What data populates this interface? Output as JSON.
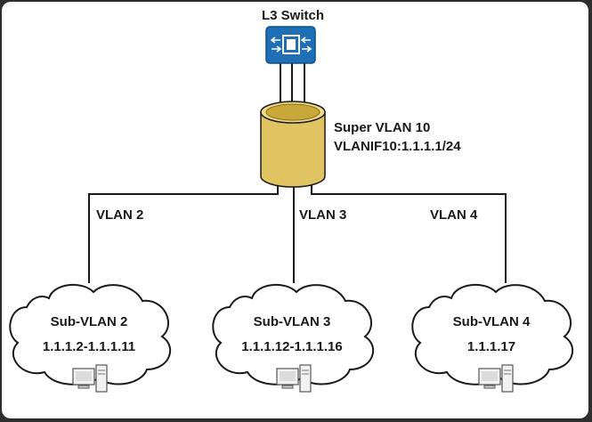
{
  "switch": {
    "label": "L3 Switch"
  },
  "super_vlan": {
    "name": "Super VLAN 10",
    "interface": "VLANIF10:1.1.1.1/24"
  },
  "links": [
    {
      "label": "VLAN 2"
    },
    {
      "label": "VLAN 3"
    },
    {
      "label": "VLAN 4"
    }
  ],
  "subvlans": [
    {
      "name": "Sub-VLAN 2",
      "range": "1.1.1.2-1.1.1.11"
    },
    {
      "name": "Sub-VLAN 3",
      "range": "1.1.1.12-1.1.1.16"
    },
    {
      "name": "Sub-VLAN 4",
      "range": "1.1.1.17"
    }
  ],
  "colors": {
    "switch_blue": "#1f6fb6",
    "cylinder_gold": "#e0c462",
    "cylinder_dark": "#c9a83a",
    "line": "#1a1a1a"
  }
}
